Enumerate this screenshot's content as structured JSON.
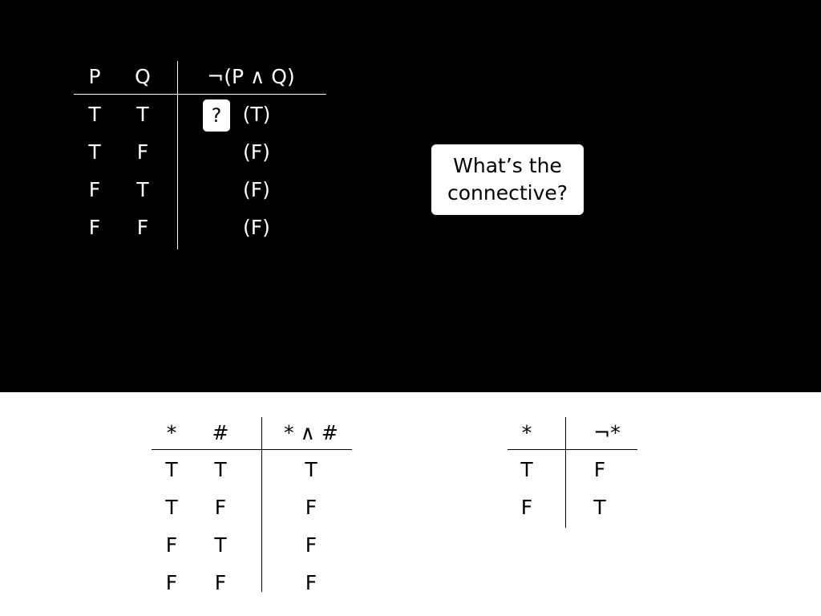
{
  "pq_table": {
    "headers": [
      "P",
      "Q",
      "¬(P ∧ Q)"
    ],
    "rows": [
      {
        "p": "T",
        "q": "T",
        "result": "(T)"
      },
      {
        "p": "T",
        "q": "F",
        "result": "(F)"
      },
      {
        "p": "F",
        "q": "T",
        "result": "(F)"
      },
      {
        "p": "F",
        "q": "F",
        "result": "(F)"
      }
    ],
    "question_mark": "?"
  },
  "callout": {
    "line1": "What’s the",
    "line2": "connective?"
  },
  "and_table": {
    "headers": [
      "*",
      "#",
      "* ∧ #"
    ],
    "rows": [
      [
        "T",
        "T",
        "T"
      ],
      [
        "T",
        "F",
        "F"
      ],
      [
        "F",
        "T",
        "F"
      ],
      [
        "F",
        "F",
        "F"
      ]
    ]
  },
  "not_table": {
    "headers": [
      "*",
      "¬*"
    ],
    "rows": [
      [
        "T",
        "F"
      ],
      [
        "F",
        "T"
      ]
    ]
  }
}
